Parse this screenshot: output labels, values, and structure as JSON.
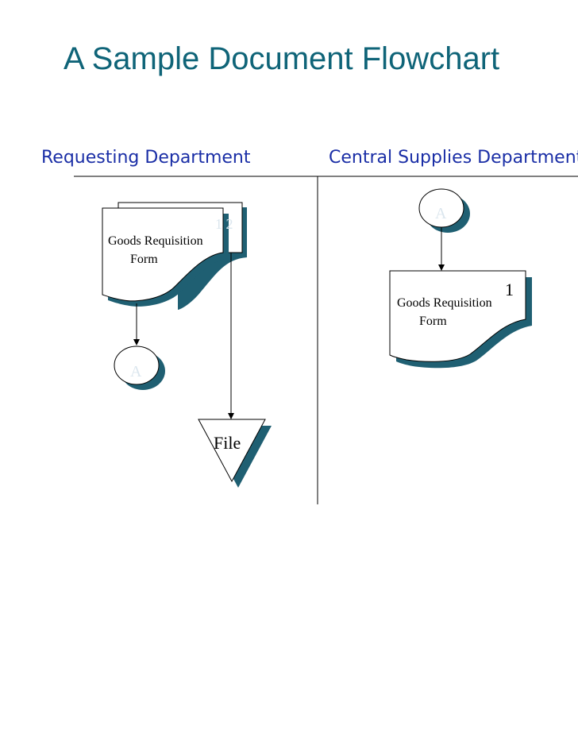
{
  "title": "A Sample Document Flowchart",
  "lanes": [
    {
      "label": "Requesting Department"
    },
    {
      "label": "Central Supplies Department"
    }
  ],
  "requesting": {
    "document_copy_number": "1 2",
    "document_label_line1": "Goods Requisition",
    "document_label_line2": "Form",
    "connector_label": "A",
    "file_label": "File"
  },
  "central": {
    "connector_label": "A",
    "document_number": "1",
    "document_label_line1": "Goods Requisition",
    "document_label_line2": "Form"
  },
  "colors": {
    "title": "#0f6478",
    "lane_title": "#1a2ea6",
    "shadow": "#1f5f72",
    "faint_text": "#dbe6ee"
  }
}
